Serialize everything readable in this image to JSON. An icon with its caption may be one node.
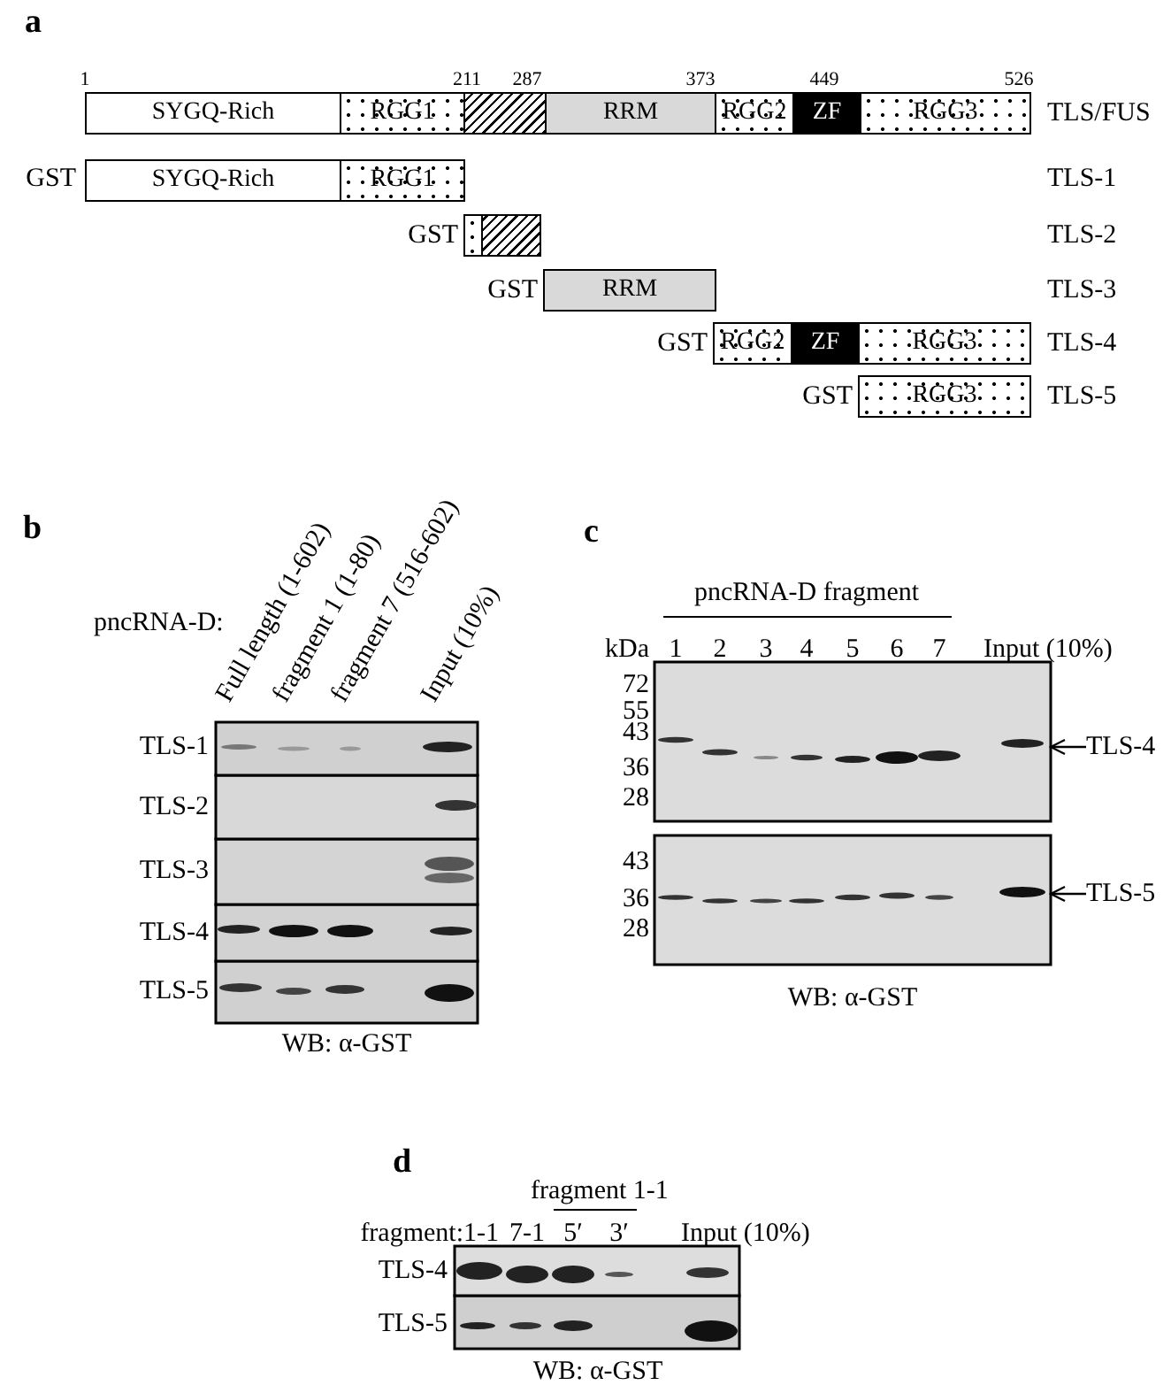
{
  "diagram": {
    "nodes": [
      {
        "text": [
          "SYGQ-Rich"
        ]
      },
      {
        "text": [
          "RGG1"
        ]
      },
      {
        "text": [],
        "shape": "box"
      },
      {
        "text": [
          "RRM"
        ]
      },
      {
        "text": [
          "RGG2"
        ]
      },
      {
        "text": [
          "ZF"
        ]
      },
      {
        "text": [
          "RGG3"
        ]
      },
      {
        "text": [
          "SYGQ-Rich"
        ]
      },
      {
        "text": [
          "RGG1"
        ]
      },
      {
        "text": [],
        "shape": "box"
      },
      {
        "text": [],
        "shape": "box"
      },
      {
        "text": [
          "RRM"
        ]
      },
      {
        "text": [
          "RGG2"
        ]
      },
      {
        "text": [
          "ZF"
        ]
      },
      {
        "text": [
          "RGG3"
        ]
      },
      {
        "text": [
          "RGG3"
        ]
      },
      {
        "text": [
          "TLS-4"
        ]
      },
      {
        "text": [
          "TLS-5"
        ]
      },
      {
        "text": [],
        "shape": "picture"
      },
      {
        "text": [],
        "shape": "picture"
      }
    ],
    "edges": [
      {
        "from": 16,
        "to": 18,
        "arrow": "to"
      },
      {
        "from": 17,
        "to": 19,
        "arrow": "to"
      }
    ],
    "labels": [
      "a",
      "1",
      "211",
      "287",
      "373",
      "449",
      "526",
      "TLS/FUS",
      "GST",
      "TLS-1",
      "GST",
      "TLS-2",
      "GST",
      "TLS-3",
      "GST",
      "TLS-4",
      "GST",
      "TLS-5",
      "b",
      "pncRNA-D:",
      "Full length (1-602)",
      "fragment 1 (1-80)",
      "fragment 7 (516-602)",
      "Input (10%)",
      "TLS-1",
      "TLS-2",
      "TLS-3",
      "TLS-4",
      "TLS-5",
      "WB: α-GST",
      "c",
      "pncRNA-D fragment",
      "kDa",
      "1",
      "2",
      "3",
      "4",
      "5",
      "6",
      "7",
      "Input (10%)",
      "72",
      "55",
      "43",
      "36",
      "28",
      "43",
      "36",
      "28",
      "WB: α-GST",
      "d",
      "fragment 1-1",
      "fragment:",
      "1-1",
      "7-1",
      "5′",
      "3′",
      "Input (10%)",
      "TLS-4",
      "TLS-5",
      "WB: α-GST"
    ]
  }
}
